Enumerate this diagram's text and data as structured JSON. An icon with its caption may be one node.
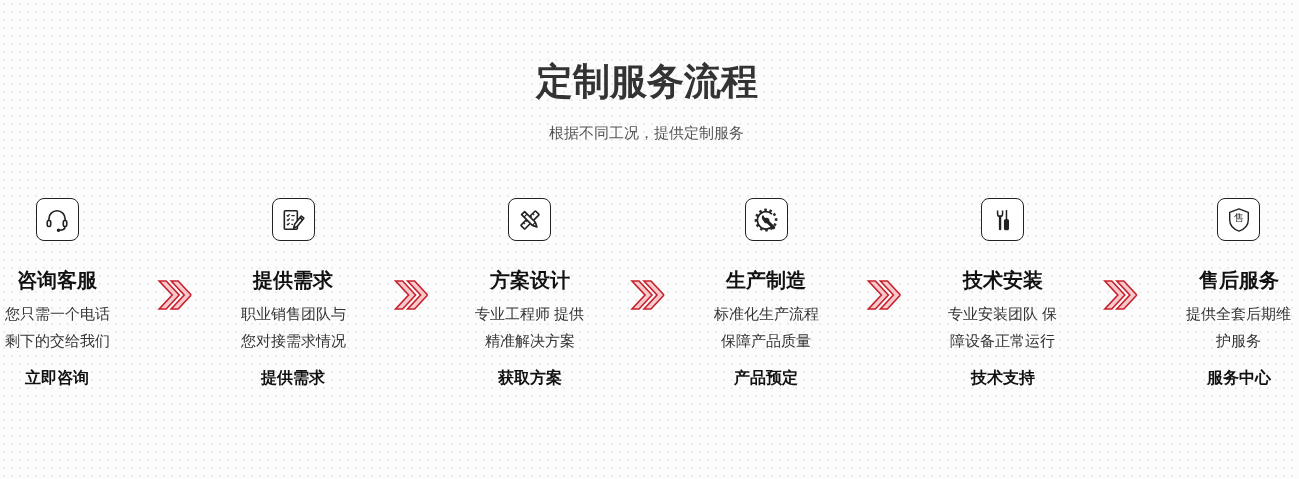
{
  "diagram": {
    "title": "定制服务流程",
    "nodes": [
      {
        "text": [
          "咨询客服",
          "您只需一个电话剩下的交给我们",
          "立即咨询"
        ]
      },
      {
        "text": [
          "提供需求",
          "职业销售团队与您对接需求情况",
          "提供需求"
        ]
      },
      {
        "text": [
          "方案设计",
          "专业工程师 提供精准解决方案",
          "获取方案"
        ]
      },
      {
        "text": [
          "生产制造",
          "标准化生产流程保障产品质量",
          "产品预定"
        ]
      },
      {
        "text": [
          "技术安装",
          "专业安装团队 保障设备正常运行",
          "技术支持"
        ]
      },
      {
        "text": [
          "售后服务",
          "提供全套后期维护服务",
          "服务中心"
        ]
      }
    ],
    "edges": [
      {
        "from": 0,
        "to": 1,
        "arrow": "to"
      },
      {
        "from": 1,
        "to": 2,
        "arrow": "to"
      },
      {
        "from": 2,
        "to": 3,
        "arrow": "to"
      },
      {
        "from": 3,
        "to": 4,
        "arrow": "to"
      },
      {
        "from": 4,
        "to": 5,
        "arrow": "to"
      }
    ],
    "labels": [
      "根据不同工况，提供定制服务",
      "售"
    ]
  }
}
